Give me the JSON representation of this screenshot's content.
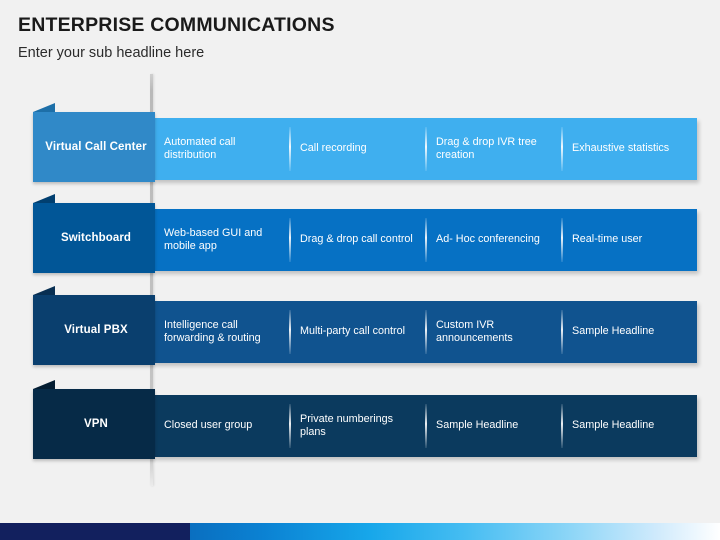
{
  "header": {
    "title": "ENTERPRISE COMMUNICATIONS",
    "subtitle": "Enter your sub headline here"
  },
  "colors": {
    "background": "#f1f1f1",
    "row1_bar": "#3fafef",
    "row1_ribbon": "#3089c8",
    "row2_bar": "#0671c4",
    "row2_ribbon": "#015697",
    "row3_bar": "#10538f",
    "row3_ribbon": "#0a3f6e",
    "row4_bar": "#0b3a5e",
    "row4_ribbon": "#062a47",
    "footer_solid": "#12205e",
    "text_on_bar": "#ffffff"
  },
  "rows": [
    {
      "label": "Virtual Call Center",
      "cells": [
        "Automated call distribution",
        "Call recording",
        "Drag & drop IVR tree creation",
        "Exhaustive statistics"
      ]
    },
    {
      "label": "Switchboard",
      "cells": [
        "Web-based GUI and mobile app",
        "Drag & drop call control",
        "Ad- Hoc conferencing",
        "Real-time user"
      ]
    },
    {
      "label": "Virtual PBX",
      "cells": [
        "Intelligence call forwarding & routing",
        "Multi-party call control",
        "Custom IVR announcements",
        "Sample Headline"
      ]
    },
    {
      "label": "VPN",
      "cells": [
        "Closed user group",
        "Private numberings plans",
        "Sample Headline",
        "Sample Headline"
      ]
    }
  ]
}
